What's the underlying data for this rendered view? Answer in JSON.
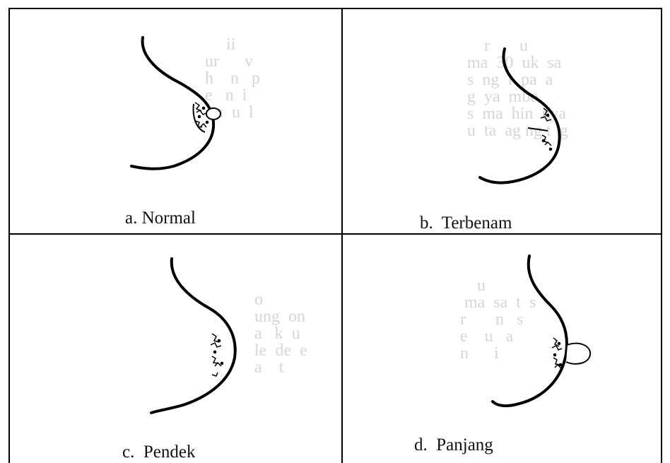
{
  "figure": {
    "panels": [
      {
        "id": "a",
        "caption": "a. Normal",
        "nipple_type": "normal"
      },
      {
        "id": "b",
        "caption": "b.  Terbenam",
        "nipple_type": "inverted"
      },
      {
        "id": "c",
        "caption": "c.  Pendek",
        "nipple_type": "short"
      },
      {
        "id": "d",
        "caption": "d.  Panjang",
        "nipple_type": "long"
      }
    ],
    "colors": {
      "stroke": "#000000",
      "caption": "#111111",
      "bleed": "#d6d6d6"
    }
  }
}
